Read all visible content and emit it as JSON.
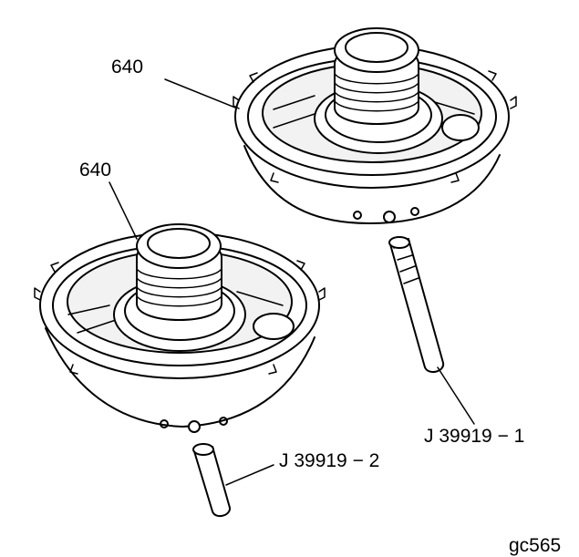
{
  "callouts": {
    "part_upper": "640",
    "part_lower": "640",
    "tool_1": "J 39919 − 1",
    "tool_2": "J 39919 − 2"
  },
  "figure_id": "gc565"
}
